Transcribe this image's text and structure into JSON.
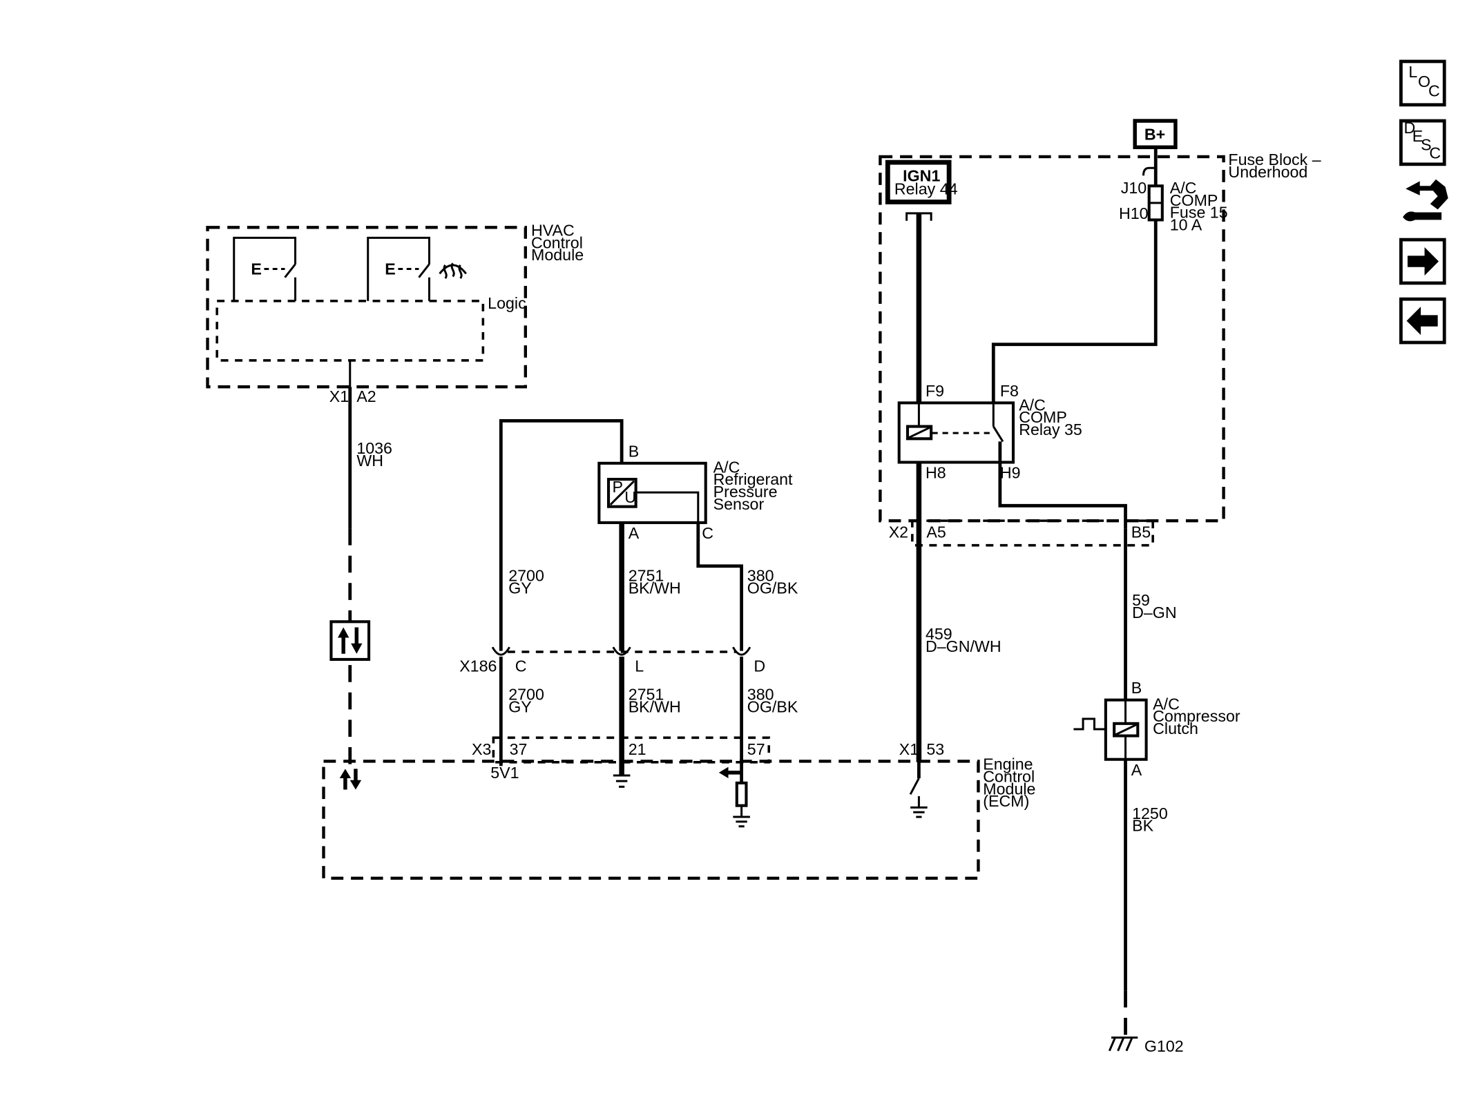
{
  "nav": {
    "loc": {
      "l": "L",
      "o": "O",
      "c": "C"
    },
    "desc": {
      "d": "D",
      "e": "E",
      "s": "S",
      "c": "C"
    }
  },
  "power": {
    "bplus": "B+",
    "ign_line1": "IGN1",
    "ign_line2": "Relay 44"
  },
  "modules": {
    "hvac": [
      "HVAC",
      "Control",
      "Module"
    ],
    "logic": "Logic",
    "fuse_block": [
      "Fuse Block –",
      "Underhood"
    ],
    "ecm": [
      "Engine",
      "Control",
      "Module",
      "(ECM)"
    ]
  },
  "components": {
    "fuse": [
      "A/C",
      "COMP",
      "Fuse 15",
      "10 A"
    ],
    "relay": [
      "A/C",
      "COMP",
      "Relay 35"
    ],
    "sensor": [
      "A/C",
      "Refrigerant",
      "Pressure",
      "Sensor"
    ],
    "sensor_symbol": {
      "p": "P",
      "u": "U"
    },
    "clutch": [
      "A/C",
      "Compressor",
      "Clutch"
    ],
    "ground": "G102"
  },
  "connectors": {
    "x1": "X1",
    "a2": "A2",
    "x2": "X2",
    "a5": "A5",
    "b5": "B5",
    "x3": "X3",
    "p37": "37",
    "p21": "21",
    "p57": "57",
    "x1_ecm": "X1",
    "p53": "53",
    "x186": "X186",
    "c": "C",
    "l": "L",
    "d": "D",
    "j10": "J10",
    "h10": "H10",
    "f9": "F9",
    "f8": "F8",
    "h8": "H8",
    "h9": "H9",
    "sensor_b": "B",
    "sensor_a": "A",
    "sensor_c": "C",
    "clutch_b": "B",
    "clutch_a": "A",
    "v5": "5V1"
  },
  "wires": {
    "w1036": [
      "1036",
      "WH"
    ],
    "w2700_top": [
      "2700",
      "GY"
    ],
    "w2751_top": [
      "2751",
      "BK/WH"
    ],
    "w380_top": [
      "380",
      "OG/BK"
    ],
    "w2700_bot": [
      "2700",
      "GY"
    ],
    "w2751_bot": [
      "2751",
      "BK/WH"
    ],
    "w380_bot": [
      "380",
      "OG/BK"
    ],
    "w459": [
      "459",
      "D–GN/WH"
    ],
    "w59": [
      "59",
      "D–GN"
    ],
    "w1250": [
      "1250",
      "BK"
    ]
  }
}
